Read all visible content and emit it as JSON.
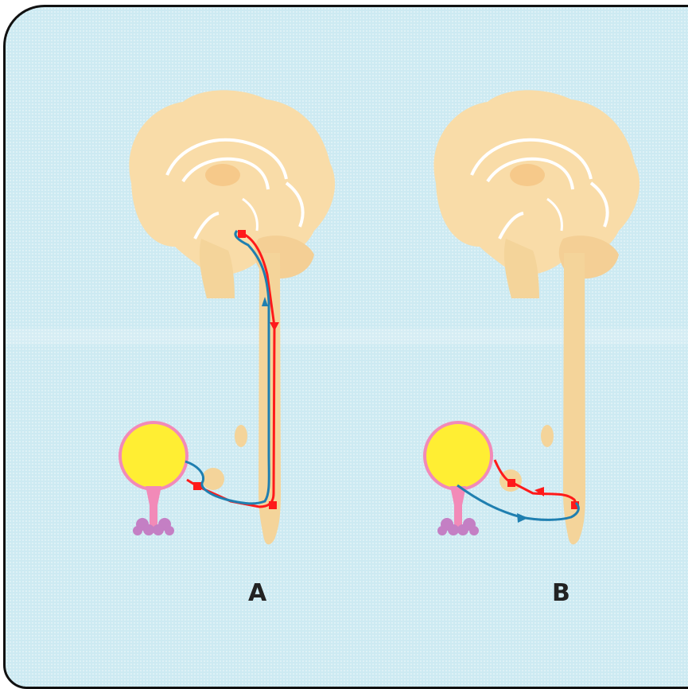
{
  "panels": [
    {
      "id": "A",
      "label": "A"
    },
    {
      "id": "B",
      "label": "B"
    }
  ],
  "colors": {
    "background": "#cdeaf2",
    "brain": "#f9dca8",
    "brain_folds": "#ffffff",
    "spinal_cord": "#f4d49a",
    "bladder": "#ffee33",
    "bladder_outline": "#f28ab8",
    "urethra": "#f28ab8",
    "sphincter": "#c47fc4",
    "efferent_pathway": "#ff1a1a",
    "afferent_pathway": "#1f7fb0"
  }
}
